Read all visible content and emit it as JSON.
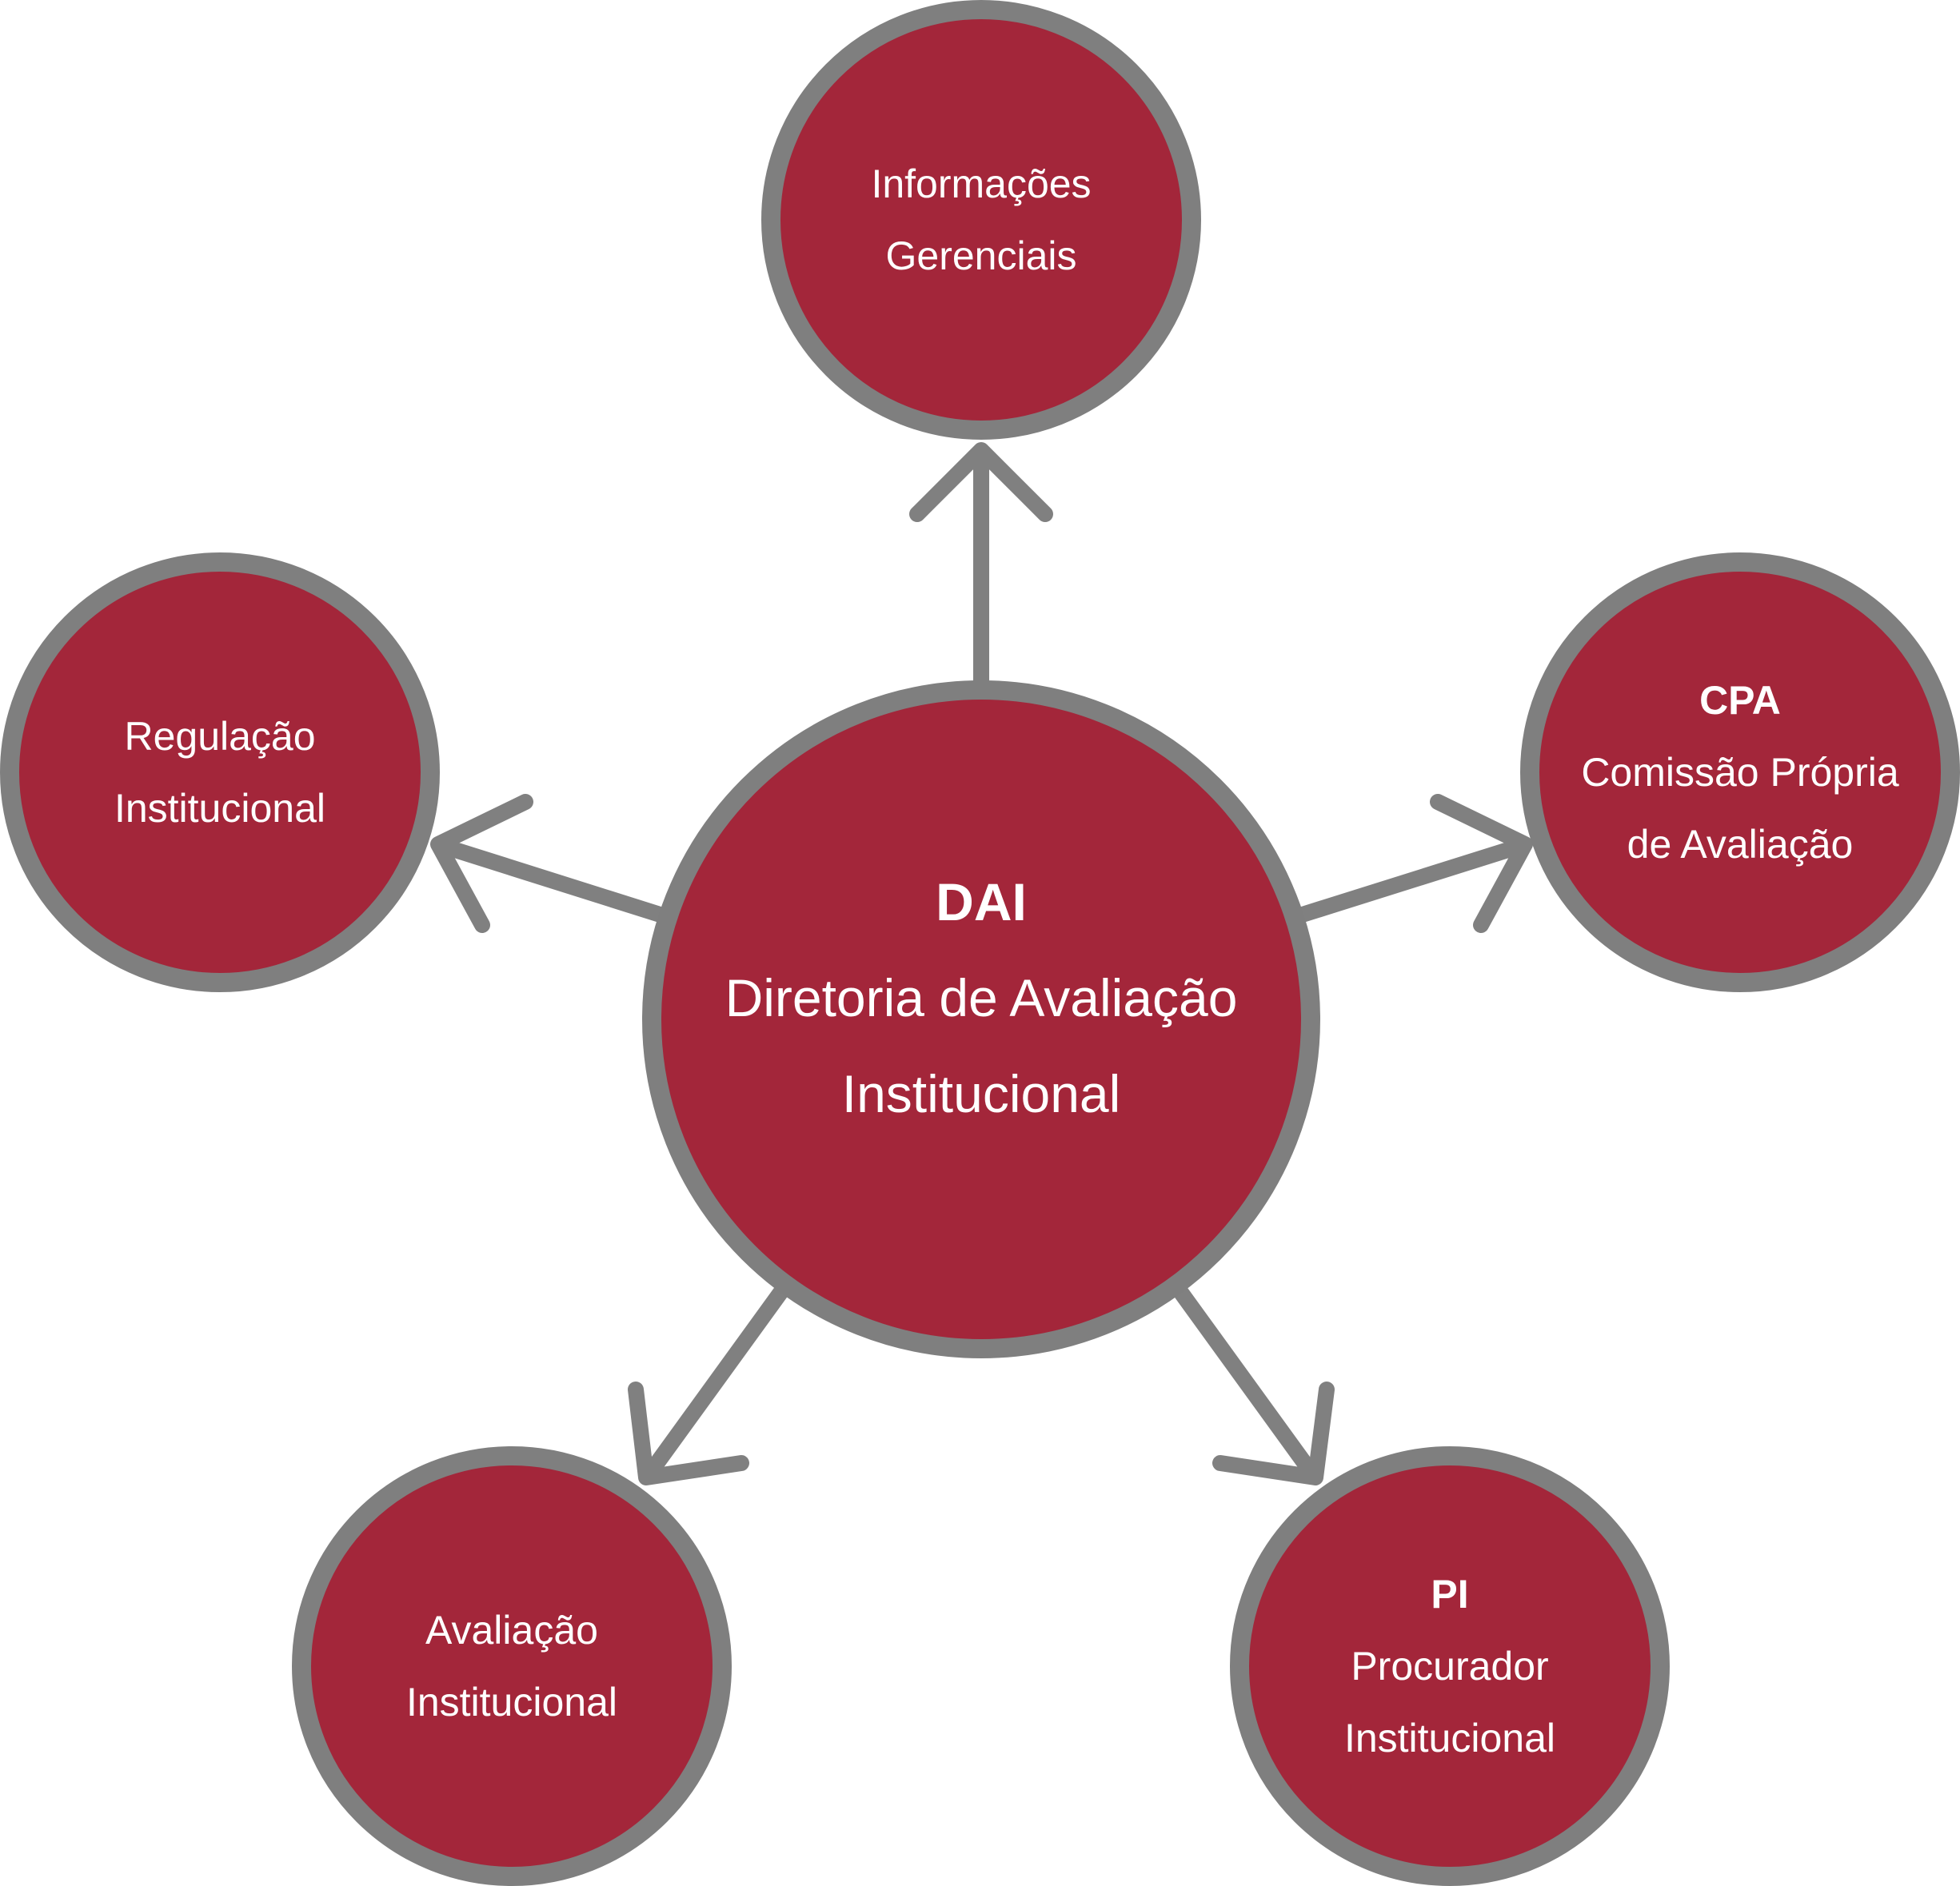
{
  "colors": {
    "node_fill": "#a3263a",
    "node_stroke": "#7f7f7f",
    "arrow": "#808080",
    "text": "#ffffff",
    "background": "#ffffff"
  },
  "center": {
    "abbr": "DAI",
    "line1": "Diretoria de Avaliação",
    "line2": "Institucional"
  },
  "nodes": {
    "informacoes": {
      "line1": "Informações",
      "line2": "Gerenciais"
    },
    "regulacao": {
      "line1": "Regulação",
      "line2": "Institucional"
    },
    "cpa": {
      "abbr": "CPA",
      "line1": "Comissão Própria",
      "line2": "de Avaliação"
    },
    "avaliacao": {
      "line1": "Avaliação",
      "line2": "Institucional"
    },
    "pi": {
      "abbr": "PI",
      "line1": "Procurador",
      "line2": "Institucional"
    }
  }
}
